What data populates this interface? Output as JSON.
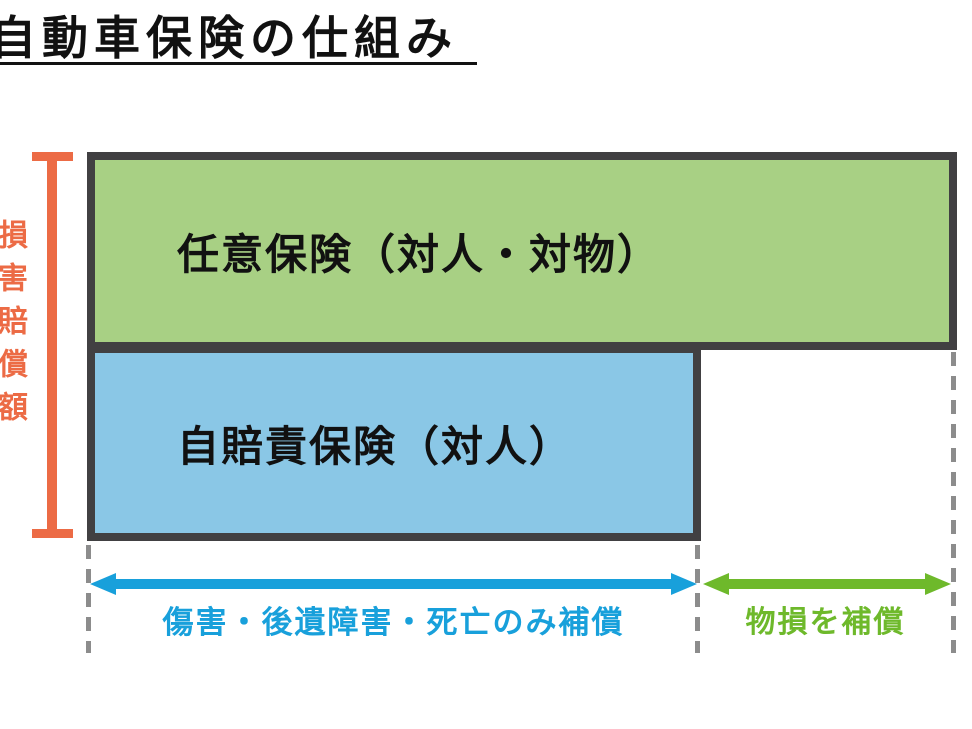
{
  "title": "自動車保険の仕組み",
  "y_axis": {
    "label": "損害賠償額"
  },
  "layers": [
    {
      "id": "voluntary",
      "label": "任意保険（対人・対物）",
      "fill": "#a8d084"
    },
    {
      "id": "compulsory",
      "label": "自賠責保険（対人）",
      "fill": "#8ac7e6"
    }
  ],
  "coverage_ranges": [
    {
      "id": "personal",
      "label": "傷害・後遺障害・死亡のみ補償",
      "color": "#18a0db"
    },
    {
      "id": "property",
      "label": "物損を補償",
      "color": "#6eb92b"
    }
  ],
  "colors": {
    "bracket_orange": "#ec6b45",
    "box_border": "#414042",
    "dashed_guide": "#8c8c8c",
    "voluntary_fill": "#a8d084",
    "compulsory_fill": "#8ac7e6",
    "personal_arrow": "#18a0db",
    "property_arrow": "#6eb92b",
    "title_text": "#111111"
  }
}
